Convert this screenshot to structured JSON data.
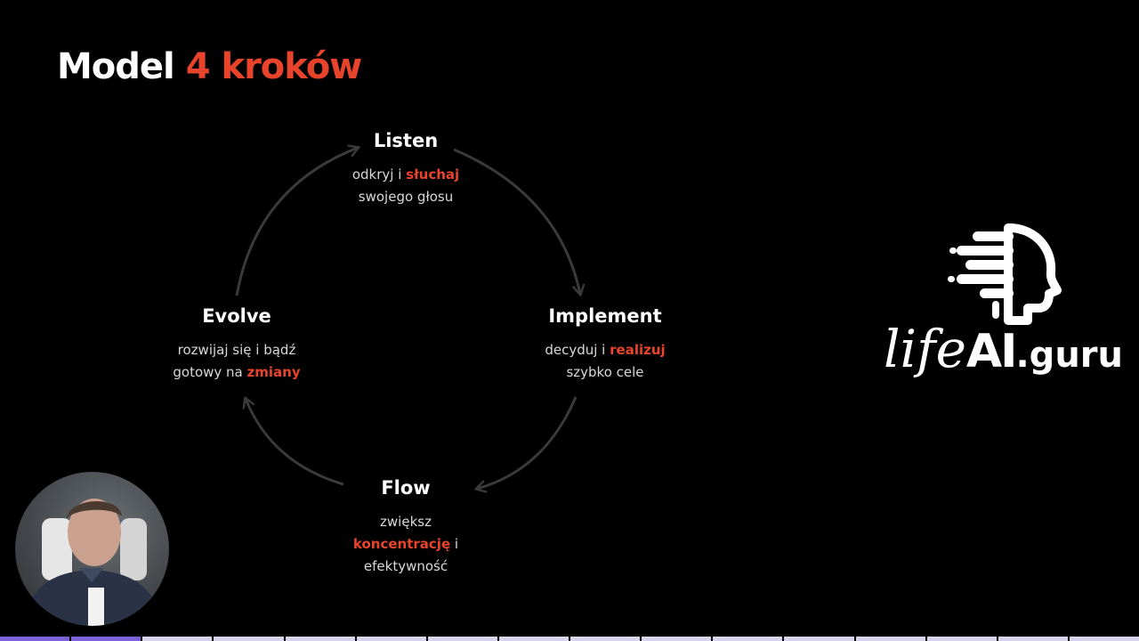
{
  "slide": {
    "title_prefix": "Model",
    "title_accent": "4 kroków"
  },
  "diagram": {
    "nodes": [
      {
        "id": "listen",
        "title": "Listen",
        "desc_lines": [
          [
            "odkryj i ",
            "słuchaj"
          ],
          [
            "swojego głosu"
          ]
        ]
      },
      {
        "id": "implement",
        "title": "Implement",
        "desc_lines": [
          [
            "decyduj i ",
            "realizuj"
          ],
          [
            "szybko cele"
          ]
        ]
      },
      {
        "id": "flow",
        "title": "Flow",
        "desc_lines": [
          [
            "zwiększ"
          ],
          [
            "",
            "koncentrację",
            " i"
          ],
          [
            "efektywność"
          ]
        ]
      },
      {
        "id": "evolve",
        "title": "Evolve",
        "desc_lines": [
          [
            "rozwijaj się i bądź"
          ],
          [
            "gotowy na ",
            "zmiany"
          ]
        ]
      }
    ],
    "arrow_color": "#3a3a3a",
    "highlight_color": "#e8432b"
  },
  "logo": {
    "part1": "life",
    "part2": "AI",
    "part3": ".guru"
  },
  "progress": {
    "segments": 16,
    "active": [
      0,
      1
    ]
  }
}
